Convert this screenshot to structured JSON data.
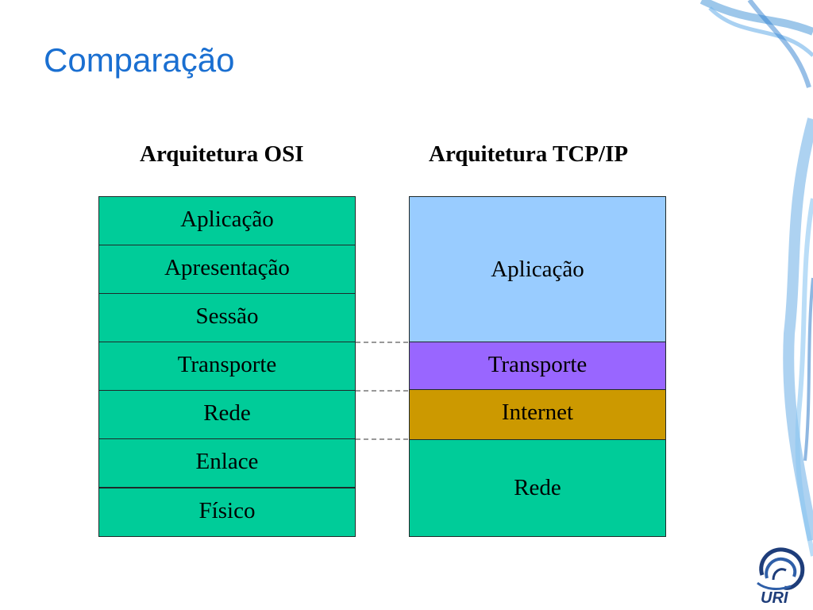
{
  "title": "Comparação",
  "osi": {
    "heading": "Arquitetura OSI",
    "layers": [
      "Aplicação",
      "Apresentação",
      "Sessão",
      "Transporte",
      "Rede",
      "Enlace",
      "Físico"
    ]
  },
  "tcpip": {
    "heading": "Arquitetura TCP/IP",
    "layers": [
      {
        "label": "Aplicação",
        "color": "#99ccff"
      },
      {
        "label": "Transporte",
        "color": "#9966ff"
      },
      {
        "label": "Internet",
        "color": "#cc9900"
      },
      {
        "label": "Rede",
        "color": "#00cc99"
      }
    ]
  },
  "logo": {
    "text": "URI"
  }
}
